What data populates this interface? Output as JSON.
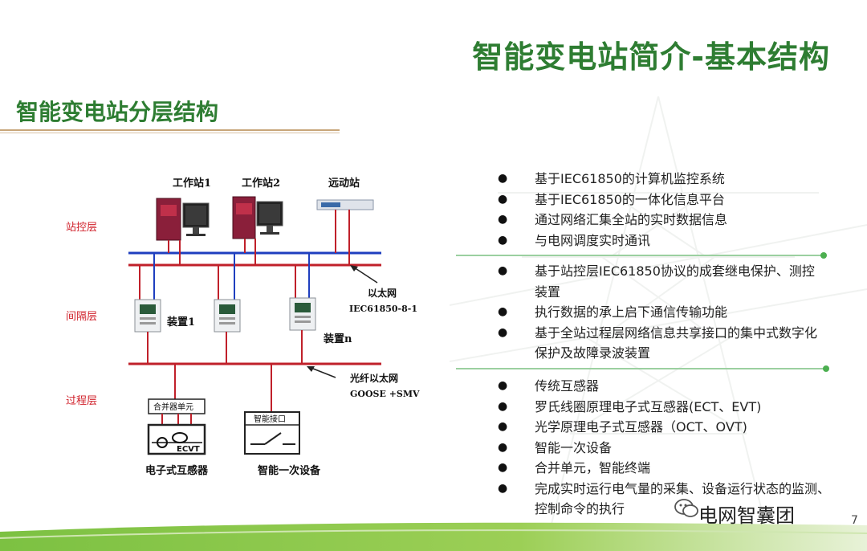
{
  "title": "智能变电站简介-基本结构",
  "subtitle": "智能变电站分层结构",
  "diagram": {
    "layers": [
      "站控层",
      "间隔层",
      "过程层"
    ],
    "stations": [
      "工作站1",
      "工作站2",
      "远动站"
    ],
    "devices": [
      "装置1",
      "装置n"
    ],
    "network1": [
      "以太网",
      "IEC61850-8-1"
    ],
    "network2": [
      "光纤以太网",
      "GOOSE +SMV"
    ],
    "merge_unit_label": "合并器单元",
    "ecvt_label": "ECVT",
    "smart_interface_label": "智能接口",
    "process_devices": [
      "电子式互感器",
      "智能一次设备"
    ]
  },
  "bullets": {
    "group1": [
      "基于IEC61850的计算机监控系统",
      "基于IEC61850的一体化信息平台",
      "通过网络汇集全站的实时数据信息",
      "与电网调度实时通讯"
    ],
    "group2": [
      "基于站控层IEC61850协议的成套继电保护、测控装置",
      "执行数据的承上启下通信传输功能",
      "基于全站过程层网络信息共享接口的集中式数字化保护及故障录波装置"
    ],
    "group3": [
      "传统互感器",
      "罗氏线圈原理电子式互感器(ECT、EVT)",
      "光学原理电子式互感器（OCT、OVT)",
      "智能一次设备",
      "合并单元，智能终端",
      "完成实时运行电气量的采集、设备运行状态的监测、控制命令的执行"
    ]
  },
  "brand": "电网智囊团",
  "page_number": "7",
  "colors": {
    "title_green": "#2e7d32",
    "bus_blue": "#1f3fbf",
    "bus_red": "#c0202a",
    "layer_red": "#d0202a"
  }
}
